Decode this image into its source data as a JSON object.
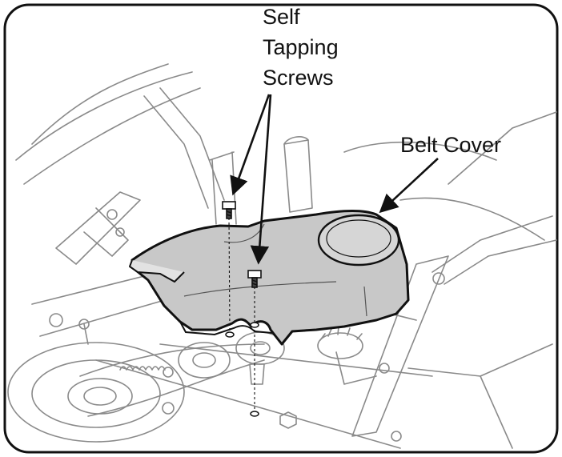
{
  "labels": {
    "screws": [
      "Self",
      "Tapping",
      "Screws"
    ],
    "belt_cover": "Belt Cover"
  },
  "colors": {
    "ink": "#111111",
    "line": "#8a8a8a",
    "cover_fill": "#c8c8c8",
    "background": "#ffffff"
  }
}
